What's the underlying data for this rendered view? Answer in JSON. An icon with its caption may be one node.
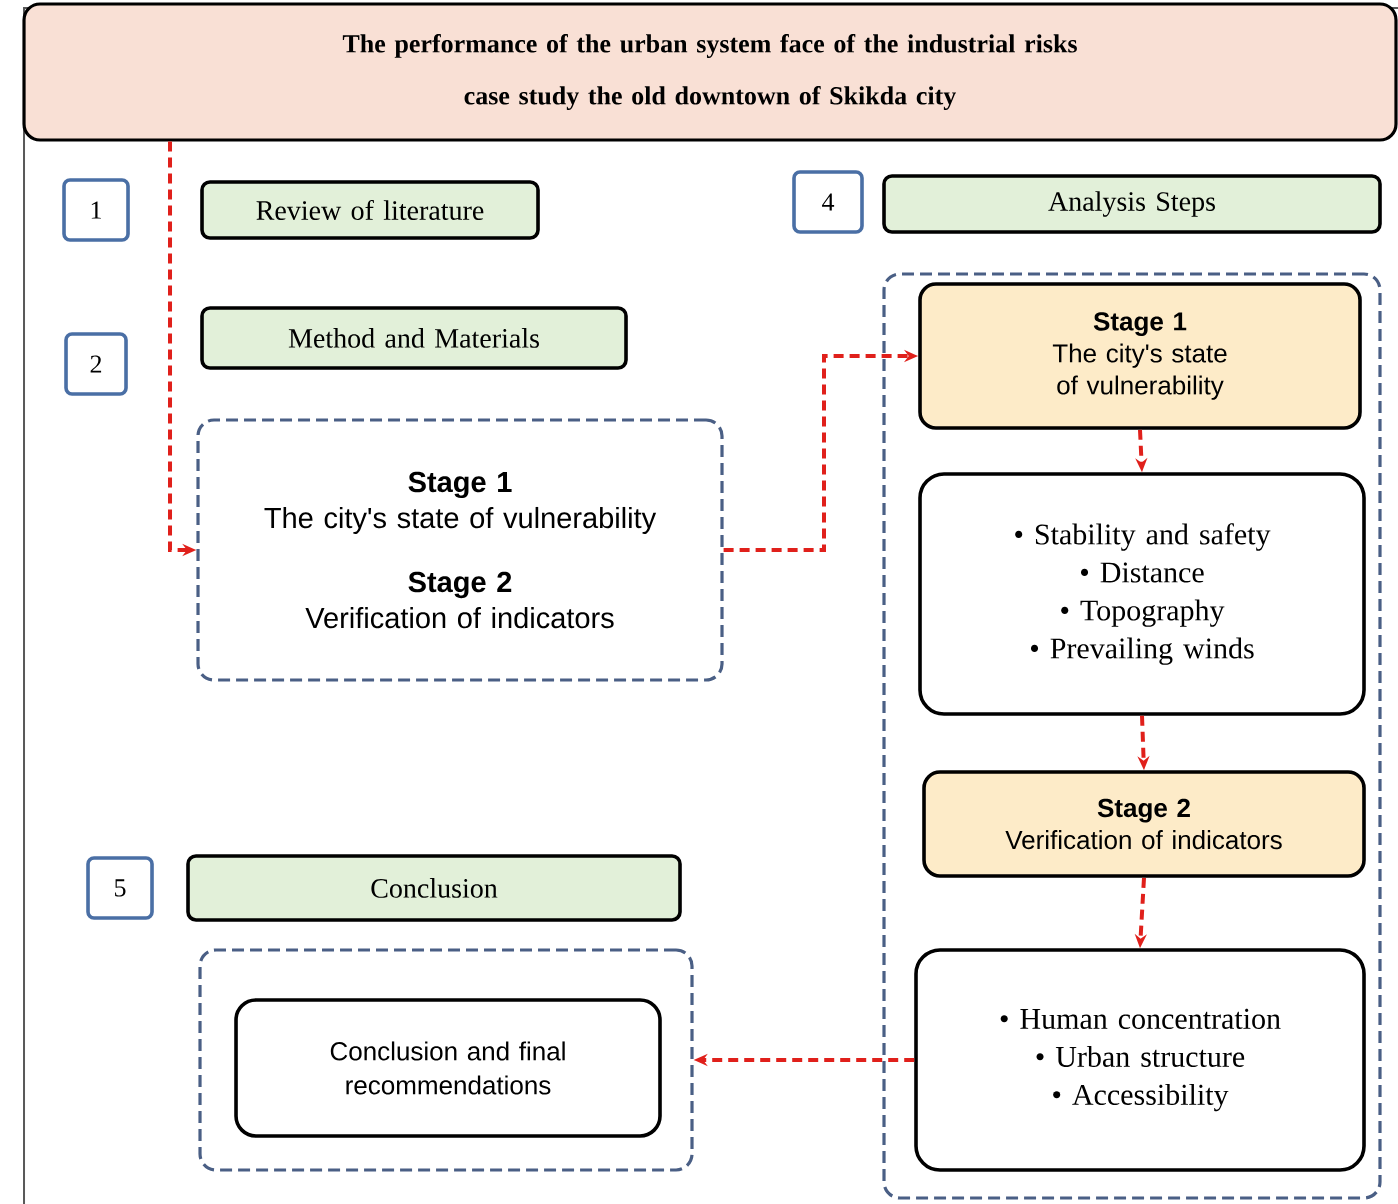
{
  "diagram": {
    "nodes": [
      {
        "text": [
          "The performance of the urban system face of the industrial risks",
          "case study the old downtown of Skikda city"
        ]
      },
      {
        "text": [
          "1"
        ]
      },
      {
        "text": [
          "Review of literature"
        ]
      },
      {
        "text": [
          "4"
        ]
      },
      {
        "text": [
          "Analysis Steps"
        ]
      },
      {
        "text": [
          "2"
        ]
      },
      {
        "text": [
          "Method and Materials"
        ]
      },
      {
        "text": [
          "Stage 1",
          "The city's state of vulnerability",
          "Stage 2",
          "Verification of indicators"
        ]
      },
      {
        "text": [],
        "shape": "box"
      },
      {
        "text": [
          "Stage 1",
          "The city's state of vulnerability"
        ],
        "in": 8
      },
      {
        "text": [
          "• Stability and safety",
          "• Distance",
          "• Topography",
          "• Prevailing winds"
        ],
        "in": 8
      },
      {
        "text": [
          "Stage 2",
          "Verification of indicators"
        ],
        "in": 8
      },
      {
        "text": [
          "• Human concentration",
          "• Urban structure",
          "• Accessibility"
        ],
        "in": 8
      },
      {
        "text": [
          "5"
        ]
      },
      {
        "text": [
          "Conclusion"
        ]
      },
      {
        "text": [],
        "shape": "box"
      },
      {
        "text": [
          "Conclusion and final recommendations"
        ],
        "in": 15
      }
    ],
    "edges": [
      {
        "from": 0,
        "to": 7,
        "arrow": "to",
        "style": "dashed"
      },
      {
        "from": 7,
        "to": 9,
        "arrow": "to",
        "style": "dashed"
      },
      {
        "from": 9,
        "to": 10,
        "arrow": "to",
        "style": "dashed"
      },
      {
        "from": 10,
        "to": 11,
        "arrow": "to",
        "style": "dashed"
      },
      {
        "from": 11,
        "to": 12,
        "arrow": "to",
        "style": "dashed"
      },
      {
        "from": 12,
        "to": 15,
        "arrow": "to",
        "style": "dashed"
      }
    ]
  }
}
